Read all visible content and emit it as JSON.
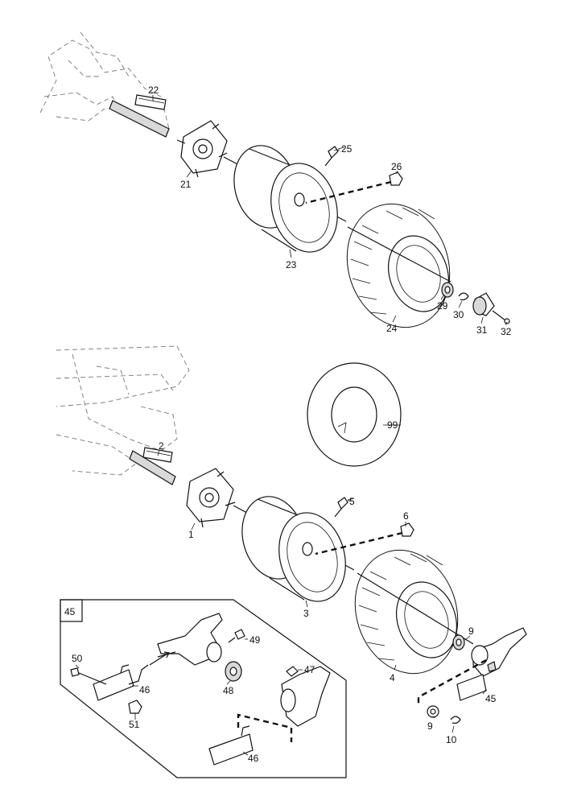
{
  "callouts": {
    "c22": "22",
    "c21": "21",
    "c25": "25",
    "c26": "26",
    "c23": "23",
    "c24": "24",
    "c29": "29",
    "c30": "30",
    "c31": "31",
    "c32": "32",
    "c99": "99",
    "c2": "2",
    "c1": "1",
    "c5": "5",
    "c6": "6",
    "c3": "3",
    "c4": "4",
    "c9a": "9",
    "c9b": "9",
    "c10": "10",
    "c45": "45",
    "inset45": "45",
    "c49": "49",
    "c50": "50",
    "c46a": "46",
    "c48": "48",
    "c47": "47",
    "c51": "51",
    "c46b": "46"
  }
}
